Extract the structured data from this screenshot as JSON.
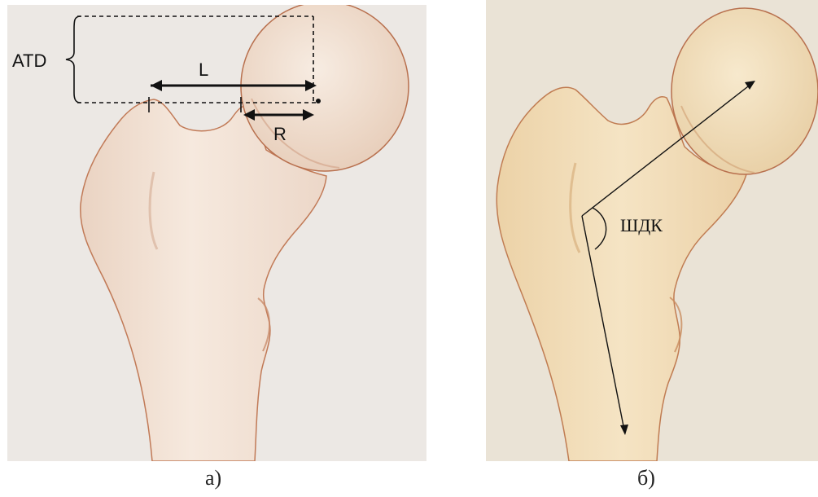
{
  "panel_a": {
    "caption": "а)",
    "labels": {
      "atd": "ATD",
      "l": "L",
      "r": "R"
    }
  },
  "panel_b": {
    "caption": "б)",
    "labels": {
      "angle": "ШДК"
    }
  },
  "colors": {
    "background_a": "#ece8e4",
    "bone_a": "#f1e1d3",
    "bone_b": "#f1dcb6",
    "outline": "#b8704e",
    "annotation": "#111111"
  }
}
